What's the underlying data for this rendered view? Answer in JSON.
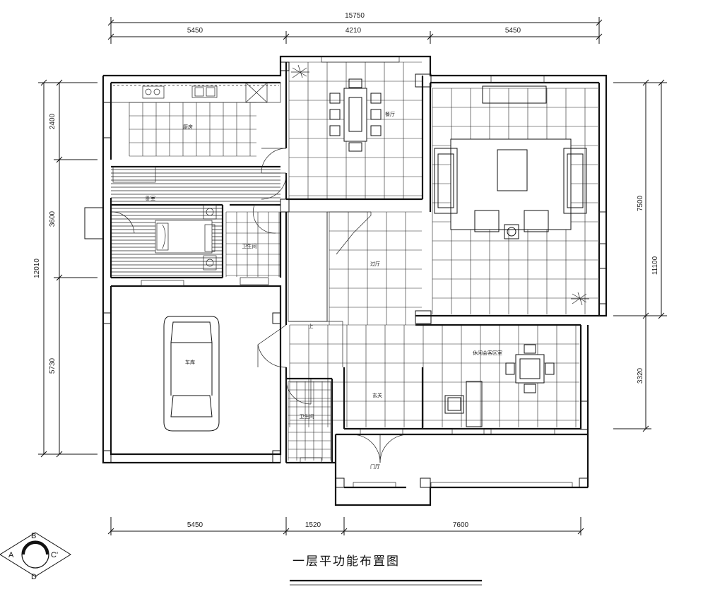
{
  "title": "一层平功能布置图",
  "dimensions": {
    "top_total": "15750",
    "top_segments": [
      "5450",
      "4210",
      "5450"
    ],
    "bottom_segments": [
      "5450",
      "1520",
      "7600"
    ],
    "left_total": "12010",
    "left_segments": [
      "2400",
      "3600",
      "5730"
    ],
    "right_total": "11100",
    "right_segments": [
      "7500",
      "3320"
    ]
  },
  "rooms": {
    "kitchen": "厨房",
    "dining": "餐厅",
    "bedroom": "卧室",
    "bathroom_upper": "卫生间",
    "hall": "过厅",
    "garage": "车库",
    "leisure": "休闲会客区室",
    "foyer": "玄关",
    "bathroom_lower": "卫生间",
    "entrance": "门厅",
    "stair_up": "上"
  },
  "compass": {
    "a": "A",
    "b": "B",
    "c": "C'",
    "d": "D"
  }
}
